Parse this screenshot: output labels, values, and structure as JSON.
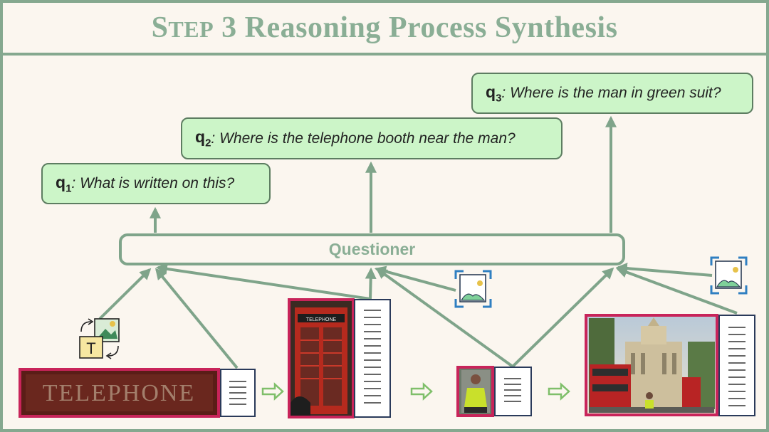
{
  "title": {
    "first": "S",
    "small": "TEP",
    "rest": " 3 Reasoning Process Synthesis"
  },
  "questions": [
    {
      "var": "q",
      "sub": "1",
      "text": "What is written on this?"
    },
    {
      "var": "q",
      "sub": "2",
      "text": "Where is the telephone booth near the man?"
    },
    {
      "var": "q",
      "sub": "3",
      "text": "Where is the man in green suit?"
    }
  ],
  "questioner_label": "Questioner",
  "image_sign_text": "TELEPHONE",
  "booth_sign_text": "TELEPHONE",
  "icons": [
    "text-image-convert-icon",
    "image-focus-icon",
    "document-icon",
    "arrow-right-icon"
  ],
  "colors": {
    "frame": "#85a88f",
    "question_fill": "#ccf5c8",
    "image_border": "#c8245a",
    "background": "#fbf6ef"
  }
}
